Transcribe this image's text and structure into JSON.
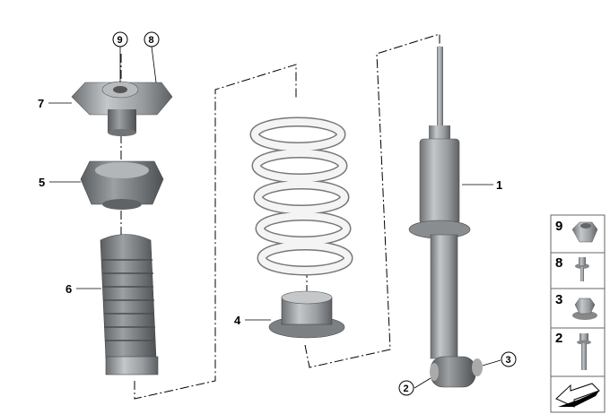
{
  "diagram": {
    "callouts": {
      "shock_absorber": "1",
      "bolt_circled": "2",
      "nut_circled": "3",
      "spring_seat_lower": "4",
      "spring_seat_upper": "5",
      "protective_boot": "6",
      "top_mount": "7",
      "screw_circled": "8",
      "nut_top_circled": "9"
    },
    "side_panel": [
      {
        "label": "9",
        "part": "nut"
      },
      {
        "label": "8",
        "part": "screw"
      },
      {
        "label": "3",
        "part": "collar-nut"
      },
      {
        "label": "2",
        "part": "bolt"
      }
    ],
    "colors": {
      "part": "#9a9da0",
      "spring": "#f2f2f2",
      "line": "#000000"
    }
  }
}
